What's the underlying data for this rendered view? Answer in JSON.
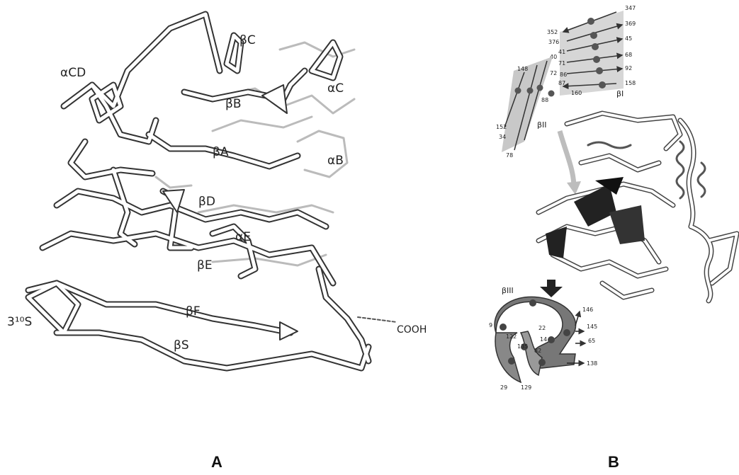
{
  "panels": [
    {
      "letter": "A",
      "labels": [
        "βC",
        "αCD",
        "αC",
        "βB",
        "βA",
        "αB",
        "βD",
        "αE",
        "βE",
        "βF",
        "3¹⁰S",
        "βS",
        "COOH"
      ]
    },
    {
      "letter": "B",
      "sheet_labels": [
        "βI",
        "βII",
        "βIII"
      ],
      "sheet1_numbers": [
        "347",
        "352",
        "369",
        "376",
        "45",
        "41",
        "40",
        "68",
        "71",
        "72",
        "92",
        "86",
        "87",
        "158",
        "160",
        "88"
      ],
      "sheet2_numbers": [
        "148",
        "152",
        "34",
        "78"
      ],
      "sheet3_numbers": [
        "146",
        "145",
        "9",
        "22",
        "122",
        "14",
        "65",
        "135",
        "82",
        "138",
        "29",
        "129"
      ]
    }
  ]
}
